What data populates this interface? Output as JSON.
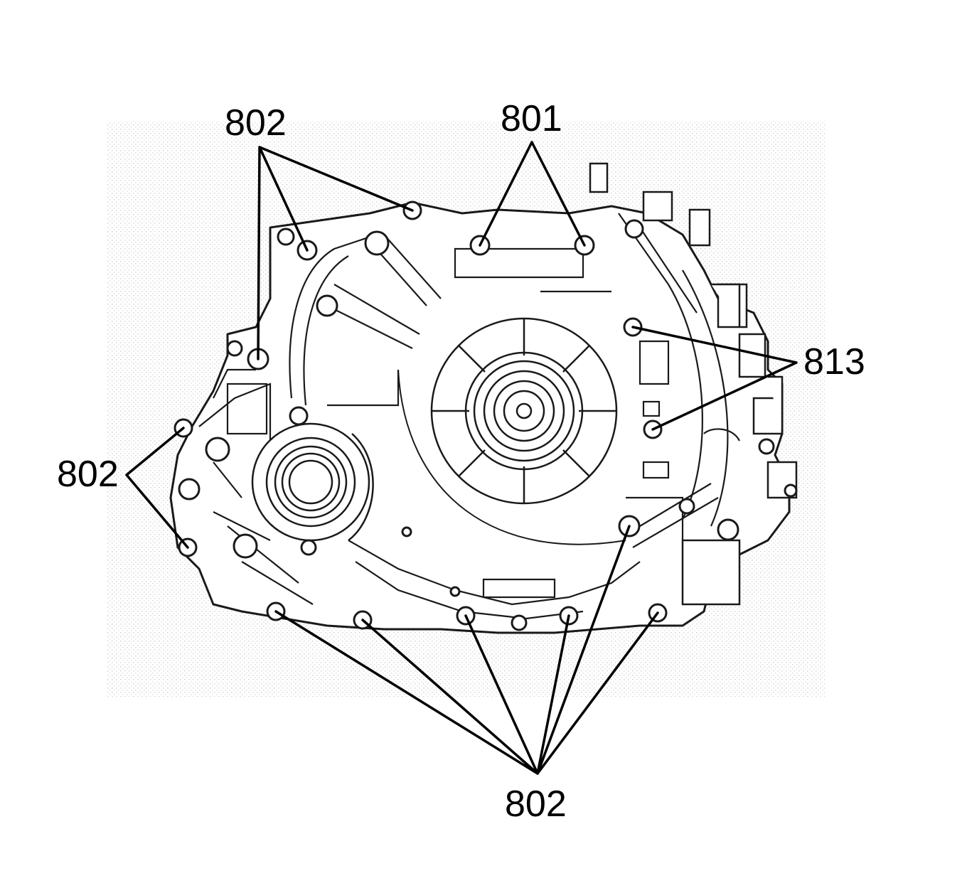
{
  "diagram": {
    "callouts": [
      {
        "id": "callout-802-top-left",
        "label": "802"
      },
      {
        "id": "callout-801-top",
        "label": "801"
      },
      {
        "id": "callout-813-right",
        "label": "813"
      },
      {
        "id": "callout-802-left",
        "label": "802"
      },
      {
        "id": "callout-802-bottom",
        "label": "802"
      }
    ],
    "colors": {
      "ink": "#000000",
      "line": "#1a1a1a",
      "stipple": "#cfcfcf",
      "background": "#ffffff"
    }
  }
}
